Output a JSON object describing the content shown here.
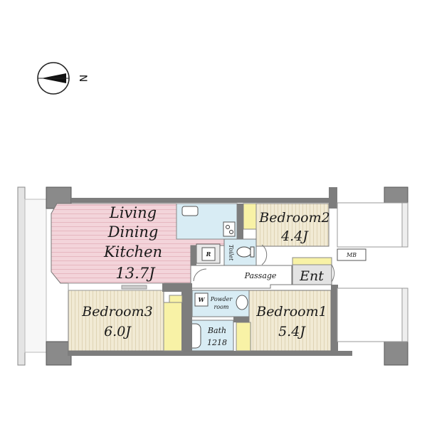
{
  "compass": {
    "label": "N"
  },
  "rooms": {
    "ldk": {
      "line1": "Living",
      "line2": "Dining",
      "line3": "Kitchen",
      "size": "13.7J"
    },
    "bedroom1": {
      "name": "Bedroom1",
      "size": "5.4J"
    },
    "bedroom2": {
      "name": "Bedroom2",
      "size": "4.4J"
    },
    "bedroom3": {
      "name": "Bedroom3",
      "size": "6.0J"
    },
    "passage": {
      "name": "Passage"
    },
    "entrance": {
      "name": "Ent"
    },
    "powder": {
      "line1": "Powder",
      "line2": "room"
    },
    "bath": {
      "name": "Bath",
      "size": "1218"
    },
    "toilet": {
      "name": "Toilet"
    },
    "refrigerator": {
      "name": "R"
    },
    "washer": {
      "name": "W"
    },
    "meter_box": {
      "name": "MB"
    }
  },
  "colors": {
    "ldk_floor": "#f3d4da",
    "bedroom_floor": "#f1ead4",
    "wet_area": "#d8ecf4",
    "entrance_floor": "#e3e3e3",
    "closet": "#f8f2a6",
    "wall": "#8a8a8a"
  }
}
